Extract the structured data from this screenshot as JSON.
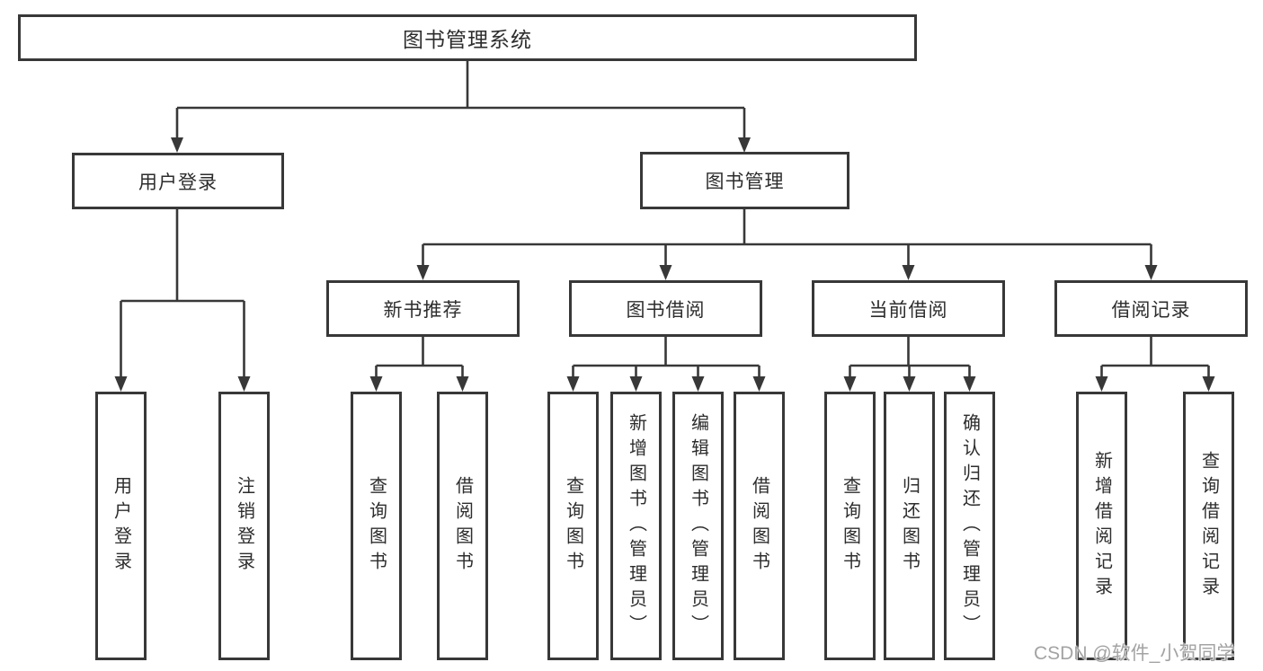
{
  "tree": {
    "label": "图书管理系统",
    "children": [
      {
        "label": "用户登录",
        "children": [
          {
            "label": "用户登录"
          },
          {
            "label": "注销登录"
          }
        ]
      },
      {
        "label": "图书管理",
        "children": [
          {
            "label": "新书推荐",
            "children": [
              {
                "label": "查询图书"
              },
              {
                "label": "借阅图书"
              }
            ]
          },
          {
            "label": "图书借阅",
            "children": [
              {
                "label": "查询图书"
              },
              {
                "label": "新增图书（管理员）"
              },
              {
                "label": "编辑图书（管理员）"
              },
              {
                "label": "借阅图书"
              }
            ]
          },
          {
            "label": "当前借阅",
            "children": [
              {
                "label": "查询图书"
              },
              {
                "label": "归还图书"
              },
              {
                "label": "确认归还（管理员）"
              }
            ]
          },
          {
            "label": "借阅记录",
            "children": [
              {
                "label": "新增借阅记录"
              },
              {
                "label": "查询借阅记录"
              }
            ]
          }
        ]
      }
    ]
  },
  "watermark": "CSDN @软件_小贺同学",
  "colors": {
    "line": "#383838",
    "text": "#2d2d2d",
    "watermark": "#a3a3a3"
  }
}
